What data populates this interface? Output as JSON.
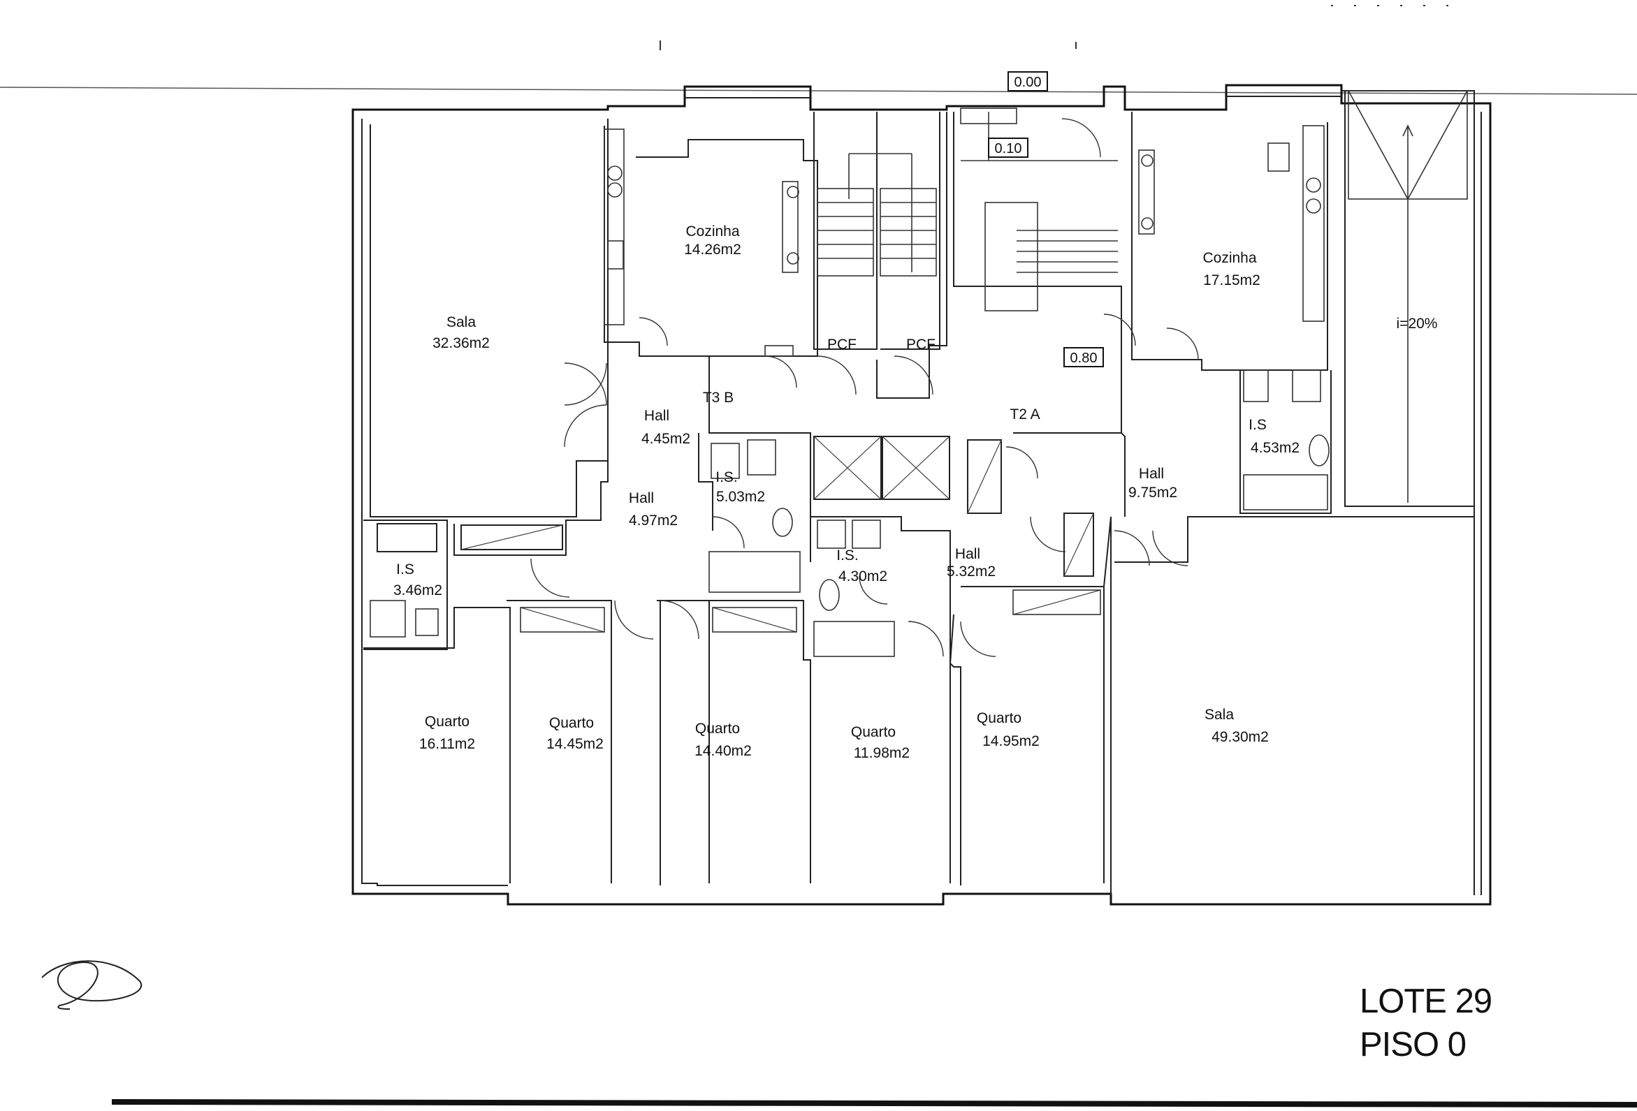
{
  "drawing": {
    "title_line1": "LOTE 29",
    "title_line2": "PISO 0"
  },
  "levels": [
    {
      "id": "level-0-00",
      "value": "0.00"
    },
    {
      "id": "level-0-10",
      "value": "0.10"
    },
    {
      "id": "level-0-80",
      "value": "0.80"
    }
  ],
  "tags": [
    {
      "id": "tag-pcf-1",
      "text": "PCF"
    },
    {
      "id": "tag-pcf-2",
      "text": "PCF"
    },
    {
      "id": "tag-t3b",
      "text": "T3 B"
    },
    {
      "id": "tag-t2a",
      "text": "T2 A"
    },
    {
      "id": "tag-slope",
      "text": "i=20%"
    }
  ],
  "rooms": [
    {
      "id": "sala-left",
      "name": "Sala",
      "area": "32.36m2"
    },
    {
      "id": "cozinha-left",
      "name": "Cozinha",
      "area": "14.26m2"
    },
    {
      "id": "hall-t3b-1",
      "name": "Hall",
      "area": "4.45m2"
    },
    {
      "id": "hall-t3b-2",
      "name": "Hall",
      "area": "4.97m2"
    },
    {
      "id": "is-left-center",
      "name": "I.S.",
      "area": "5.03m2"
    },
    {
      "id": "is-left",
      "name": "I.S",
      "area": "3.46m2"
    },
    {
      "id": "quarto-1",
      "name": "Quarto",
      "area": "16.11m2"
    },
    {
      "id": "quarto-2",
      "name": "Quarto",
      "area": "14.45m2"
    },
    {
      "id": "quarto-3",
      "name": "Quarto",
      "area": "14.40m2"
    },
    {
      "id": "quarto-4",
      "name": "Quarto",
      "area": "11.98m2"
    },
    {
      "id": "quarto-5",
      "name": "Quarto",
      "area": "14.95m2"
    },
    {
      "id": "is-center",
      "name": "I.S.",
      "area": "4.30m2"
    },
    {
      "id": "hall-t2a-small",
      "name": "Hall",
      "area": "5.32m2"
    },
    {
      "id": "hall-t2a",
      "name": "Hall",
      "area": "9.75m2"
    },
    {
      "id": "is-right",
      "name": "I.S",
      "area": "4.53m2"
    },
    {
      "id": "cozinha-right",
      "name": "Cozinha",
      "area": "17.15m2"
    },
    {
      "id": "sala-right",
      "name": "Sala",
      "area": "49.30m2"
    }
  ]
}
